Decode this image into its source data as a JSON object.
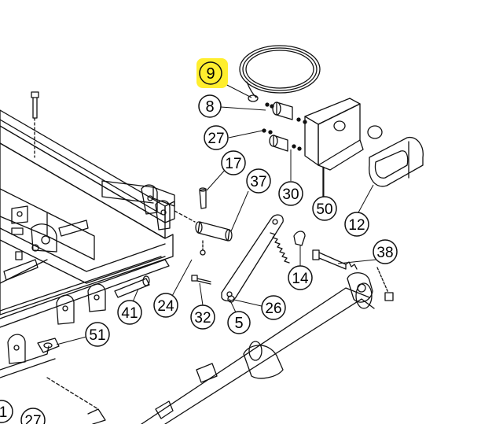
{
  "diagram": {
    "highlight_color": "#ffee2e",
    "line_color": "#111111",
    "callouts": [
      {
        "id": "c9",
        "label": "9",
        "highlighted": true
      },
      {
        "id": "c8",
        "label": "8"
      },
      {
        "id": "c27a",
        "label": "27"
      },
      {
        "id": "c17",
        "label": "17"
      },
      {
        "id": "c37",
        "label": "37"
      },
      {
        "id": "c30",
        "label": "30"
      },
      {
        "id": "c50",
        "label": "50"
      },
      {
        "id": "c12",
        "label": "12"
      },
      {
        "id": "c38",
        "label": "38"
      },
      {
        "id": "c14",
        "label": "14"
      },
      {
        "id": "c24",
        "label": "24"
      },
      {
        "id": "c26",
        "label": "26"
      },
      {
        "id": "c32",
        "label": "32"
      },
      {
        "id": "c5",
        "label": "5"
      },
      {
        "id": "c41",
        "label": "41"
      },
      {
        "id": "c51",
        "label": "51"
      },
      {
        "id": "c1",
        "label": "1"
      },
      {
        "id": "c27b",
        "label": "27"
      }
    ]
  }
}
